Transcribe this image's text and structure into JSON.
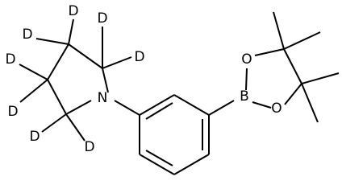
{
  "molecule": {
    "atoms": {
      "n1": "N",
      "b1": "B",
      "o1": "O",
      "o2": "O",
      "d1": "D",
      "d2": "D",
      "d3": "D",
      "d4": "D",
      "d5": "D",
      "d6": "D",
      "d7": "D",
      "d8": "D"
    }
  }
}
